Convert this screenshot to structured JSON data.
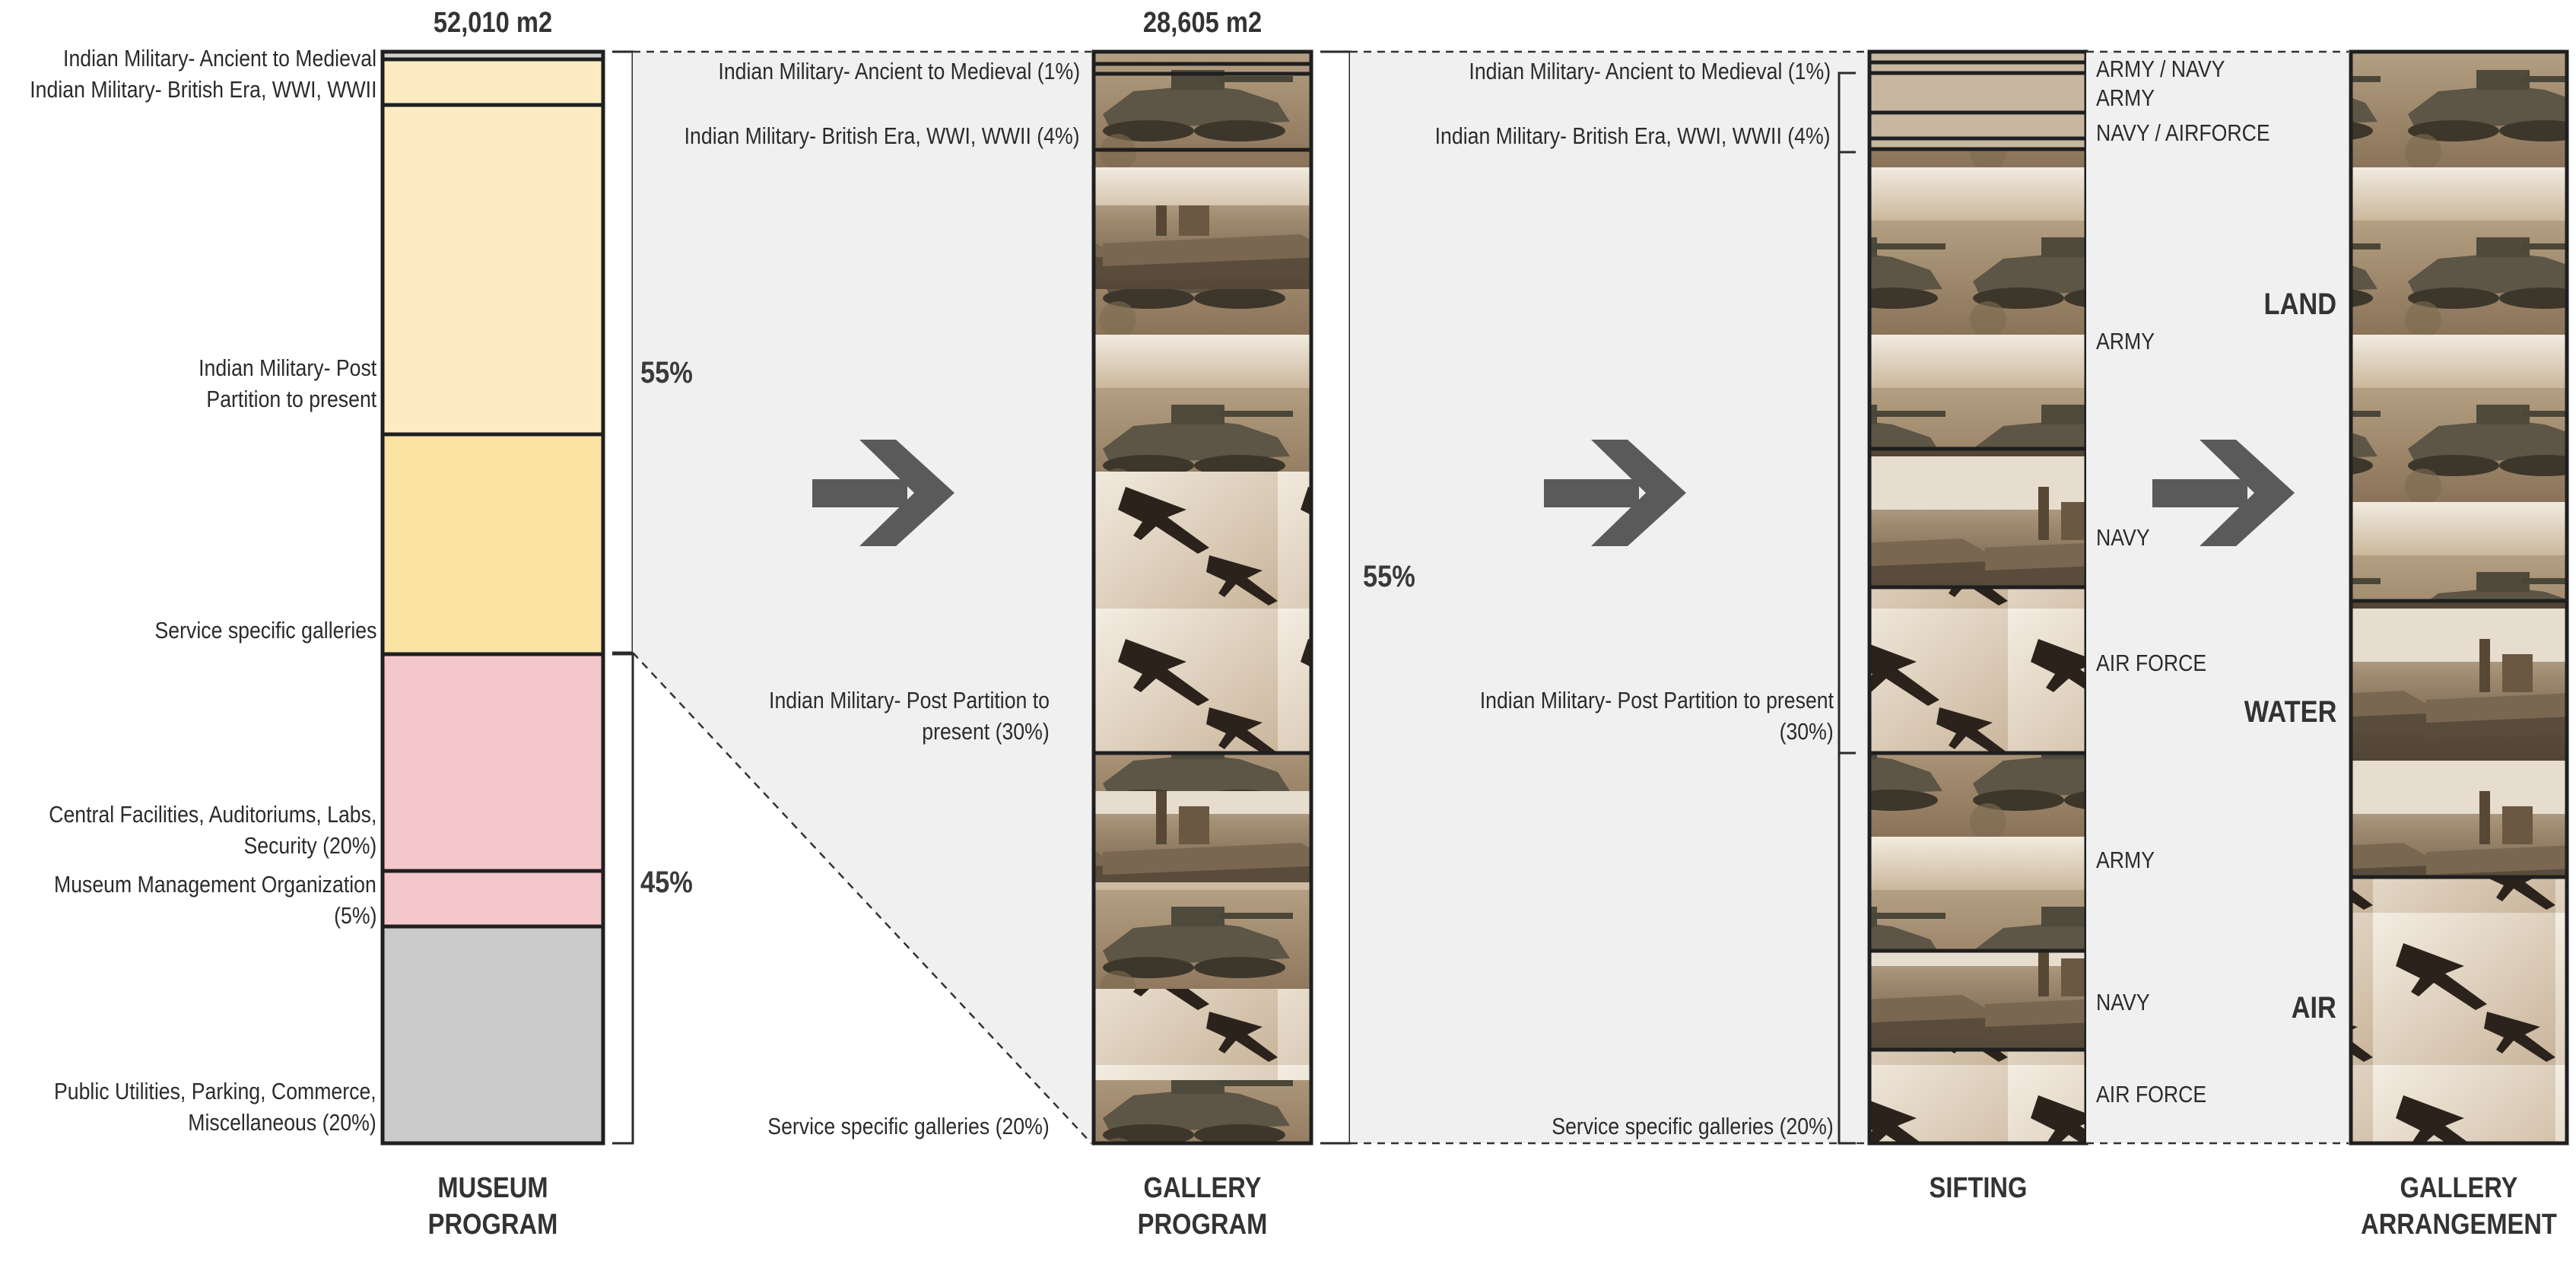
{
  "museum_program": {
    "area": "52,010 m2",
    "footer": [
      "MUSEUM",
      "PROGRAM"
    ],
    "labels": [
      [
        "Indian Military- Ancient to Medieval"
      ],
      [
        "Indian Military- British Era, WWI, WWII"
      ],
      [
        "Indian Military- Post",
        "Partition to present"
      ],
      [
        "Service specific galleries"
      ],
      [
        "Central Facilities, Auditoriums, Labs,",
        "Security (20%)"
      ],
      [
        "Museum Management Organization",
        "(5%)"
      ],
      [
        "Public Utilities, Parking, Commerce,",
        "Miscellaneous (20%)"
      ]
    ],
    "brackets": [
      "55%",
      "45%"
    ],
    "colors": {
      "light_yellow": "#fdecc3",
      "yellow": "#fbe3a4",
      "pink": "#f4c7cb",
      "gray": "#cacaca"
    }
  },
  "gallery_program": {
    "area": "28,605 m2",
    "footer": [
      "GALLERY",
      "PROGRAM"
    ],
    "labels": [
      [
        "Indian Military- Ancient to Medieval (1%)"
      ],
      [
        "Indian Military- British Era, WWI, WWII (4%)"
      ],
      [
        "Indian Military- Post Partition to",
        "present (30%)"
      ],
      [
        "Service specific galleries (20%)"
      ]
    ],
    "bracket": "55%"
  },
  "sifting": {
    "footer": [
      "SIFTING"
    ],
    "left_labels": [
      [
        "Indian Military- Ancient to Medieval (1%)"
      ],
      [
        "Indian Military- British Era, WWI, WWII (4%)"
      ],
      [
        "Indian Military- Post Partition to present",
        "(30%)"
      ],
      [
        "Service specific galleries (20%)"
      ]
    ],
    "right_labels": [
      "ARMY / NAVY",
      "ARMY",
      "NAVY / AIRFORCE",
      "ARMY",
      "NAVY",
      "AIR FORCE",
      "ARMY",
      "NAVY",
      "AIR FORCE"
    ]
  },
  "gallery_arrangement": {
    "footer": [
      "GALLERY",
      "ARRANGEMENT"
    ],
    "sections": [
      "LAND",
      "WATER",
      "AIR"
    ]
  },
  "palette": {
    "arrow": "#5a5a5a",
    "sepia_light": "#e8dcc8",
    "sepia_mid": "#b59d7c",
    "sepia_dark": "#6e5a44",
    "panel_gray": "#f0f0f0"
  }
}
